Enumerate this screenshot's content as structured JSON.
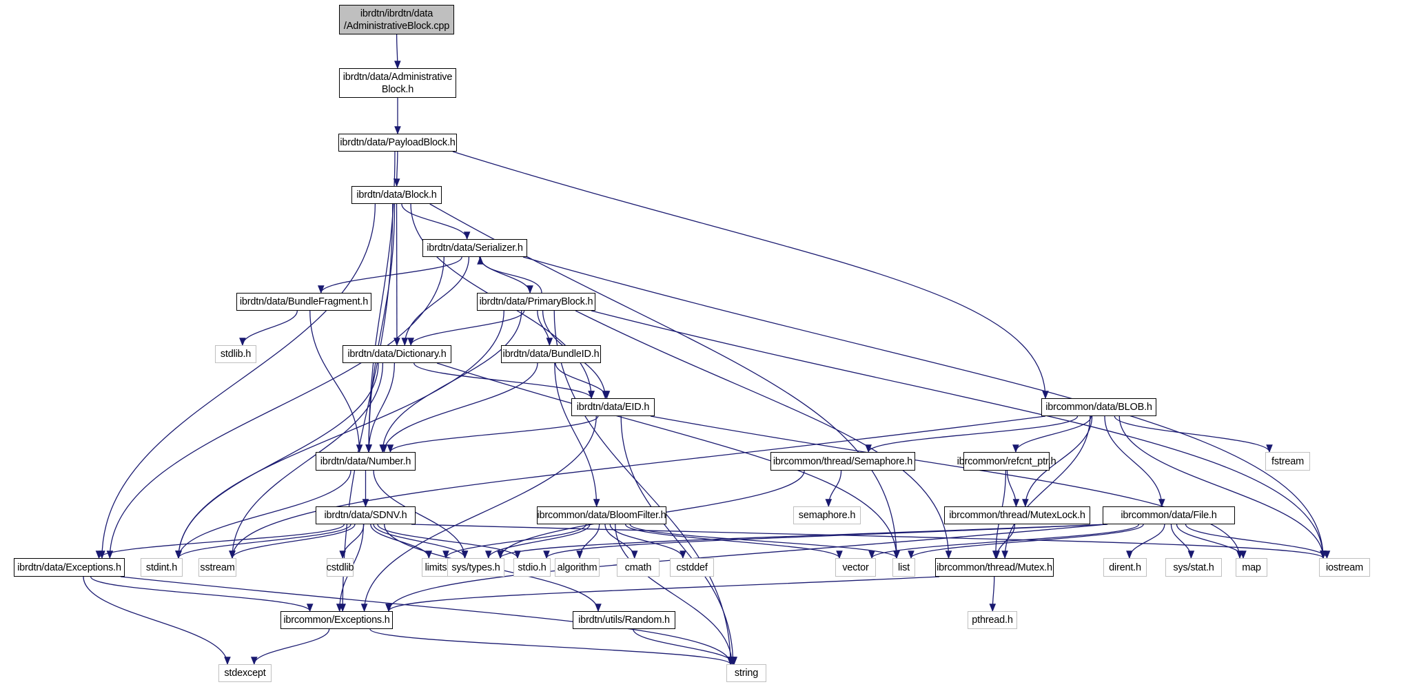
{
  "diagram": {
    "type": "include-dependency-graph",
    "edge_color": "#191970",
    "colors": {
      "root_fill": "#bfbfbf",
      "project_border": "#000000",
      "system_border": "#bfbfbf",
      "background": "#ffffff"
    },
    "nodes": [
      {
        "id": "root",
        "label": "ibrdtn/ibrdtn/data\n/AdministrativeBlock.cpp",
        "kind": "root"
      },
      {
        "id": "adminblock",
        "label": "ibrdtn/data/Administrative\nBlock.h",
        "kind": "project"
      },
      {
        "id": "payloadblock",
        "label": "ibrdtn/data/PayloadBlock.h",
        "kind": "project"
      },
      {
        "id": "block",
        "label": "ibrdtn/data/Block.h",
        "kind": "project"
      },
      {
        "id": "serializer",
        "label": "ibrdtn/data/Serializer.h",
        "kind": "project"
      },
      {
        "id": "bundlefragment",
        "label": "ibrdtn/data/BundleFragment.h",
        "kind": "project"
      },
      {
        "id": "primaryblock",
        "label": "ibrdtn/data/PrimaryBlock.h",
        "kind": "project"
      },
      {
        "id": "stdlib",
        "label": "stdlib.h",
        "kind": "system"
      },
      {
        "id": "dictionary",
        "label": "ibrdtn/data/Dictionary.h",
        "kind": "project"
      },
      {
        "id": "bundleid",
        "label": "ibrdtn/data/BundleID.h",
        "kind": "project"
      },
      {
        "id": "eid",
        "label": "ibrdtn/data/EID.h",
        "kind": "project"
      },
      {
        "id": "blob",
        "label": "ibrcommon/data/BLOB.h",
        "kind": "project"
      },
      {
        "id": "number",
        "label": "ibrdtn/data/Number.h",
        "kind": "project"
      },
      {
        "id": "semaphore",
        "label": "ibrcommon/thread/Semaphore.h",
        "kind": "project"
      },
      {
        "id": "refcnt",
        "label": "ibrcommon/refcnt_ptr.h",
        "kind": "project"
      },
      {
        "id": "fstream",
        "label": "fstream",
        "kind": "system"
      },
      {
        "id": "sdnv",
        "label": "ibrdtn/data/SDNV.h",
        "kind": "project"
      },
      {
        "id": "bloomfilter",
        "label": "ibrcommon/data/BloomFilter.h",
        "kind": "project"
      },
      {
        "id": "semaphore_h",
        "label": "semaphore.h",
        "kind": "system"
      },
      {
        "id": "mutexlock",
        "label": "ibrcommon/thread/MutexLock.h",
        "kind": "project"
      },
      {
        "id": "file",
        "label": "ibrcommon/data/File.h",
        "kind": "project"
      },
      {
        "id": "exceptions",
        "label": "ibrdtn/data/Exceptions.h",
        "kind": "project"
      },
      {
        "id": "stdint",
        "label": "stdint.h",
        "kind": "system"
      },
      {
        "id": "sstream",
        "label": "sstream",
        "kind": "system"
      },
      {
        "id": "cstdlib",
        "label": "cstdlib",
        "kind": "system"
      },
      {
        "id": "limits",
        "label": "limits",
        "kind": "system"
      },
      {
        "id": "systypes",
        "label": "sys/types.h",
        "kind": "system"
      },
      {
        "id": "stdio",
        "label": "stdio.h",
        "kind": "system"
      },
      {
        "id": "algorithm",
        "label": "algorithm",
        "kind": "system"
      },
      {
        "id": "cmath",
        "label": "cmath",
        "kind": "system"
      },
      {
        "id": "cstddef",
        "label": "cstddef",
        "kind": "system"
      },
      {
        "id": "vector",
        "label": "vector",
        "kind": "system"
      },
      {
        "id": "list",
        "label": "list",
        "kind": "system"
      },
      {
        "id": "mutex",
        "label": "ibrcommon/thread/Mutex.h",
        "kind": "project"
      },
      {
        "id": "dirent",
        "label": "dirent.h",
        "kind": "system"
      },
      {
        "id": "sysstat",
        "label": "sys/stat.h",
        "kind": "system"
      },
      {
        "id": "map",
        "label": "map",
        "kind": "system"
      },
      {
        "id": "iostream",
        "label": "iostream",
        "kind": "system"
      },
      {
        "id": "ibrexceptions",
        "label": "ibrcommon/Exceptions.h",
        "kind": "project"
      },
      {
        "id": "random",
        "label": "ibrdtn/utils/Random.h",
        "kind": "project"
      },
      {
        "id": "pthread",
        "label": "pthread.h",
        "kind": "system"
      },
      {
        "id": "stdexcept",
        "label": "stdexcept",
        "kind": "system"
      },
      {
        "id": "string",
        "label": "string",
        "kind": "system"
      }
    ],
    "edges": [
      [
        "root",
        "adminblock"
      ],
      [
        "adminblock",
        "payloadblock"
      ],
      [
        "payloadblock",
        "block"
      ],
      [
        "payloadblock",
        "number"
      ],
      [
        "payloadblock",
        "blob"
      ],
      [
        "block",
        "serializer"
      ],
      [
        "block",
        "dictionary"
      ],
      [
        "block",
        "eid"
      ],
      [
        "block",
        "number"
      ],
      [
        "block",
        "exceptions"
      ],
      [
        "block",
        "ibrexceptions"
      ],
      [
        "block",
        "list"
      ],
      [
        "serializer",
        "bundlefragment"
      ],
      [
        "serializer",
        "primaryblock"
      ],
      [
        "serializer",
        "dictionary"
      ],
      [
        "serializer",
        "exceptions"
      ],
      [
        "serializer",
        "iostream"
      ],
      [
        "primaryblock",
        "serializer"
      ],
      [
        "primaryblock",
        "dictionary"
      ],
      [
        "primaryblock",
        "bundleid"
      ],
      [
        "primaryblock",
        "eid"
      ],
      [
        "primaryblock",
        "number"
      ],
      [
        "primaryblock",
        "stdint"
      ],
      [
        "primaryblock",
        "mutex"
      ],
      [
        "primaryblock",
        "iostream"
      ],
      [
        "primaryblock",
        "string"
      ],
      [
        "bundlefragment",
        "stdlib"
      ],
      [
        "bundlefragment",
        "number"
      ],
      [
        "dictionary",
        "eid"
      ],
      [
        "dictionary",
        "number"
      ],
      [
        "dictionary",
        "stdint"
      ],
      [
        "dictionary",
        "sstream"
      ],
      [
        "dictionary",
        "list"
      ],
      [
        "bundleid",
        "eid"
      ],
      [
        "bundleid",
        "number"
      ],
      [
        "bundleid",
        "bloomfilter"
      ],
      [
        "eid",
        "number"
      ],
      [
        "eid",
        "ibrexceptions"
      ],
      [
        "eid",
        "map"
      ],
      [
        "eid",
        "string"
      ],
      [
        "blob",
        "semaphore"
      ],
      [
        "blob",
        "refcnt"
      ],
      [
        "blob",
        "mutexlock"
      ],
      [
        "blob",
        "mutex"
      ],
      [
        "blob",
        "file"
      ],
      [
        "blob",
        "fstream"
      ],
      [
        "blob",
        "iostream"
      ],
      [
        "blob",
        "sstream"
      ],
      [
        "number",
        "sdnv"
      ],
      [
        "number",
        "stdint"
      ],
      [
        "number",
        "systypes"
      ],
      [
        "semaphore",
        "semaphore_h"
      ],
      [
        "semaphore",
        "systypes"
      ],
      [
        "refcnt",
        "mutexlock"
      ],
      [
        "refcnt",
        "mutex"
      ],
      [
        "mutexlock",
        "mutex"
      ],
      [
        "sdnv",
        "exceptions"
      ],
      [
        "sdnv",
        "stdint"
      ],
      [
        "sdnv",
        "sstream"
      ],
      [
        "sdnv",
        "cstdlib"
      ],
      [
        "sdnv",
        "limits"
      ],
      [
        "sdnv",
        "systypes"
      ],
      [
        "sdnv",
        "stdio"
      ],
      [
        "sdnv",
        "ibrexceptions"
      ],
      [
        "sdnv",
        "random"
      ],
      [
        "sdnv",
        "iostream"
      ],
      [
        "bloomfilter",
        "systypes"
      ],
      [
        "bloomfilter",
        "algorithm"
      ],
      [
        "bloomfilter",
        "cmath"
      ],
      [
        "bloomfilter",
        "cstddef"
      ],
      [
        "bloomfilter",
        "limits"
      ],
      [
        "bloomfilter",
        "vector"
      ],
      [
        "bloomfilter",
        "list"
      ],
      [
        "bloomfilter",
        "string"
      ],
      [
        "file",
        "systypes"
      ],
      [
        "file",
        "stdio"
      ],
      [
        "file",
        "vector"
      ],
      [
        "file",
        "list"
      ],
      [
        "file",
        "dirent"
      ],
      [
        "file",
        "sysstat"
      ],
      [
        "file",
        "map"
      ],
      [
        "file",
        "iostream"
      ],
      [
        "file",
        "ibrexceptions"
      ],
      [
        "mutex",
        "pthread"
      ],
      [
        "mutex",
        "ibrexceptions"
      ],
      [
        "exceptions",
        "ibrexceptions"
      ],
      [
        "exceptions",
        "stdexcept"
      ],
      [
        "exceptions",
        "string"
      ],
      [
        "ibrexceptions",
        "stdexcept"
      ],
      [
        "ibrexceptions",
        "string"
      ],
      [
        "random",
        "string"
      ]
    ]
  }
}
